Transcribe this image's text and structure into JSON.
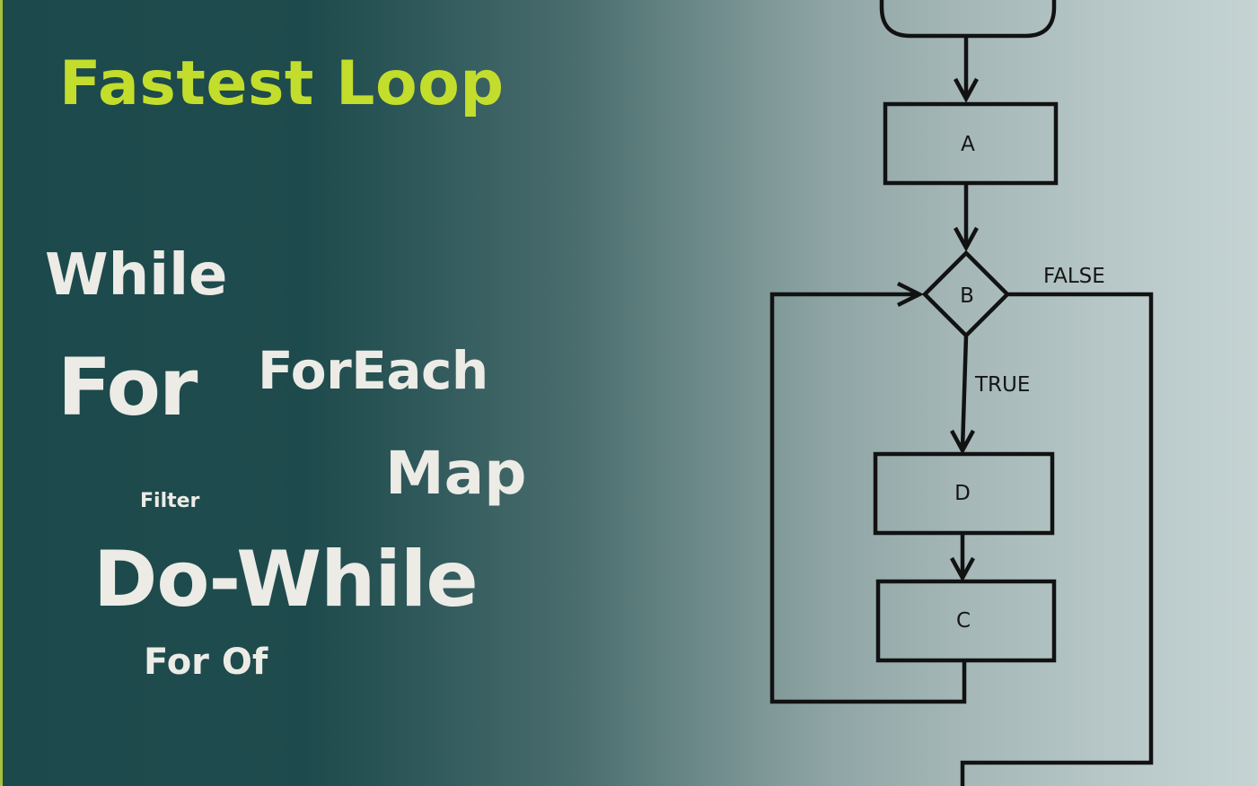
{
  "title": "Fastest Loop",
  "loops": {
    "while": "While",
    "for": "For",
    "foreach": "ForEach",
    "map": "Map",
    "filter": "Filter",
    "do_while": "Do-While",
    "for_of": "For Of"
  },
  "flowchart": {
    "node_a": "A",
    "node_b": "B",
    "node_d": "D",
    "node_c": "C",
    "label_false": "FALSE",
    "label_true": "TRUE"
  },
  "colors": {
    "title": "#c3dd2c",
    "words": "#ecebe6",
    "stroke": "#121212"
  }
}
